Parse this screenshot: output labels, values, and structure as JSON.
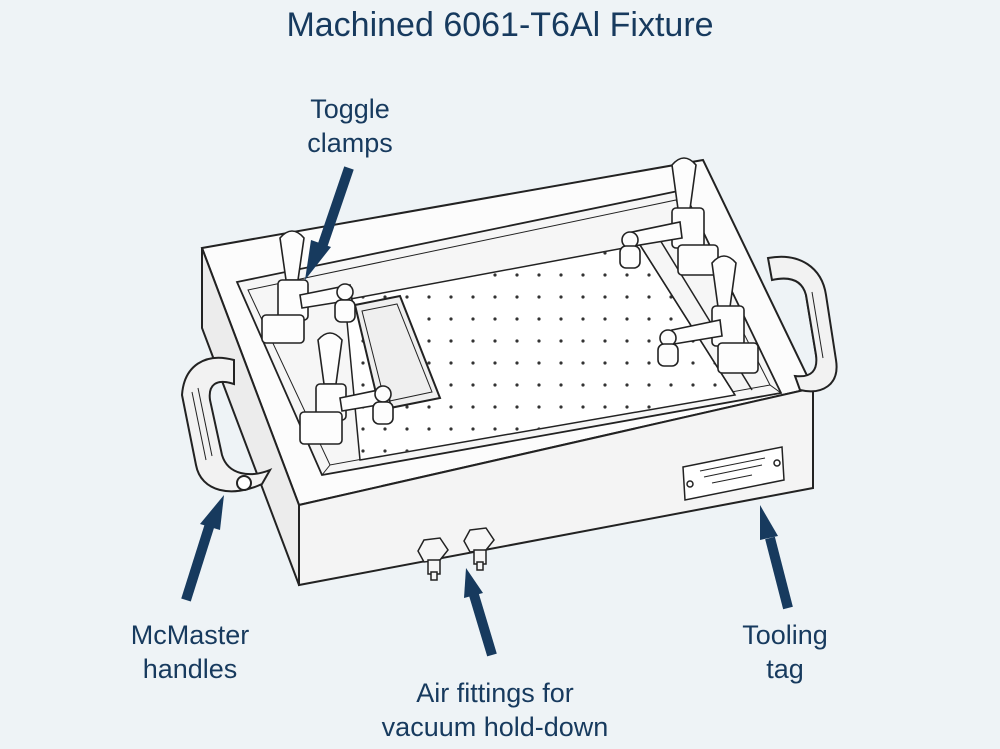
{
  "title": "Machined 6061-T6Al Fixture",
  "labels": {
    "toggle_clamps": [
      "Toggle",
      "clamps"
    ],
    "handles": [
      "McMaster",
      "handles"
    ],
    "air_fittings": [
      "Air fittings for",
      "vacuum hold-down"
    ],
    "tooling_tag": [
      "Tooling",
      "tag"
    ]
  },
  "colors": {
    "label": "#173a5e",
    "background": "#eef3f6",
    "line": "#222222"
  }
}
